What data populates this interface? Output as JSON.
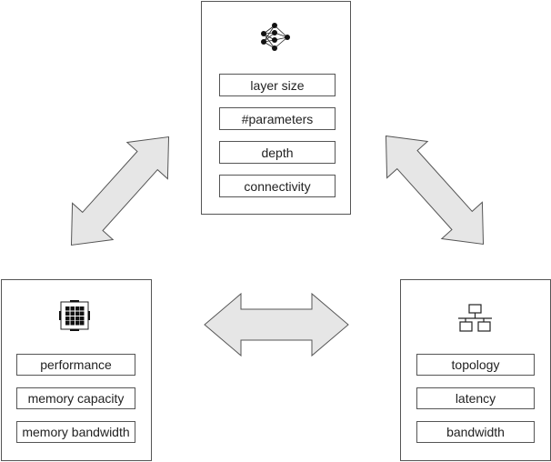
{
  "model": {
    "icon": "neural-network-icon",
    "items": [
      "layer size",
      "#parameters",
      "depth",
      "connectivity"
    ]
  },
  "hardware": {
    "icon": "chip-icon",
    "items": [
      "performance",
      "memory capacity",
      "memory bandwidth"
    ]
  },
  "network": {
    "icon": "network-topology-icon",
    "items": [
      "topology",
      "latency",
      "bandwidth"
    ]
  },
  "colors": {
    "arrow_fill": "#e6e6e6",
    "stroke": "#555555"
  }
}
